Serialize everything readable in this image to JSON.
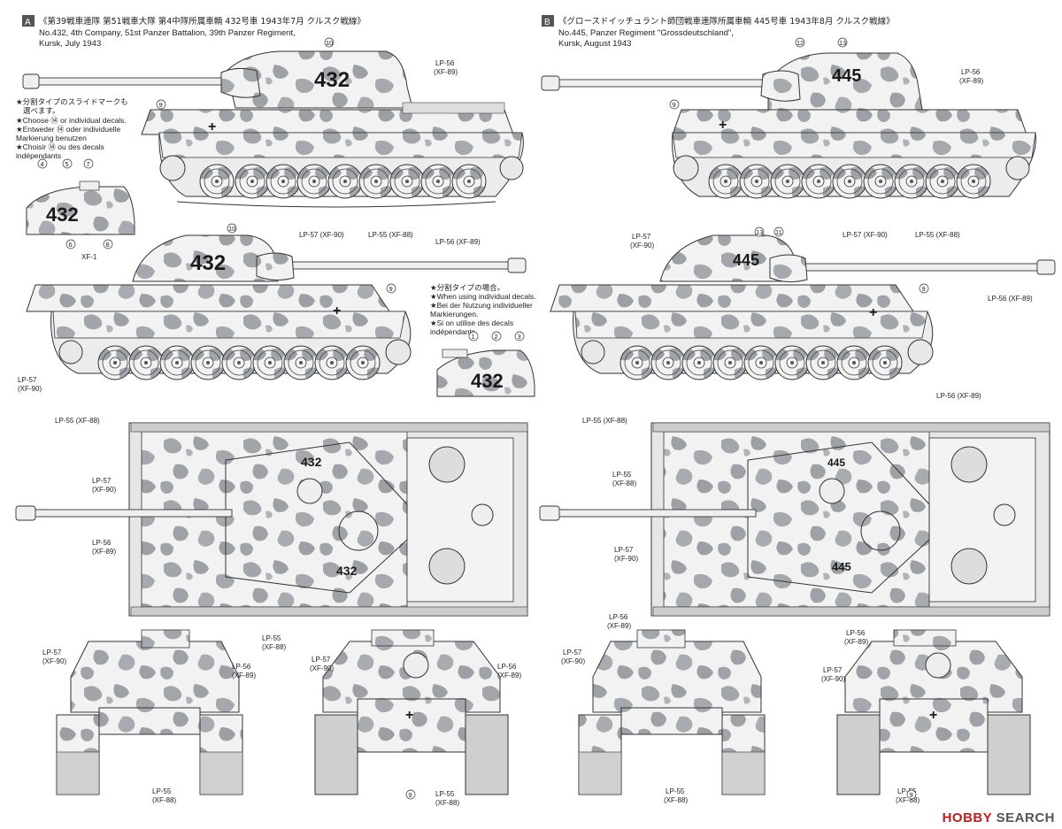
{
  "panel_a": {
    "badge": "A",
    "title_jp": "《第39戦車連隊 第51戦車大隊 第4中隊所属車輌 432号車 1943年7月 クルスク戦線》",
    "title_en1": "No.432, 4th Company, 51st Panzer Battalion, 39th Panzer Regiment,",
    "title_en2": "Kursk, July 1943",
    "note_jp1": "★分割タイプのスライドマークも",
    "note_jp2": "選べます。",
    "note_1": "★Choose ⑭ or individual decals.",
    "note_2": "★Entweder ⑭ oder individuelle",
    "note_3": "Markierung benutzen",
    "note_4": "★Choisir ⑭ ou des decals",
    "note_5": "indépendants",
    "note2_jp": "★分割タイプの場合。",
    "note2_1": "★When using individual decals.",
    "note2_2": "★Bei der Nutzung individueller",
    "note2_3": "Markierungen.",
    "note2_4": "★Si on utilise des decals",
    "note2_5": "indépendants.",
    "tank_number": "432",
    "xf1": "XF-1"
  },
  "panel_b": {
    "badge": "B",
    "title_jp": "《グロースドイッチュラント師団戦車連隊所属車輌 445号車 1943年8月 クルスク戦線》",
    "title_en1": "No.445, Panzer Regiment \"Grossdeutschland\",",
    "title_en2": "Kursk, August 1943",
    "tank_number": "445"
  },
  "paints": {
    "lp55": "LP-55 (XF-88)",
    "lp56": "LP-56 (XF-89)",
    "lp57": "LP-57 (XF-90)",
    "lp55a": "LP-55",
    "lp55b": "(XF-88)",
    "lp56a": "LP-56",
    "lp56b": "(XF-89)",
    "lp57a": "LP-57",
    "lp57b": "(XF-90)"
  },
  "callouts": {
    "n1": "1",
    "n2": "2",
    "n3": "3",
    "n4": "4",
    "n5": "5",
    "n6": "6",
    "n7": "7",
    "n8": "8",
    "n9": "9",
    "n10": "10",
    "n11": "11",
    "n12": "12",
    "n13": "13"
  },
  "watermark": {
    "brand_a": "HOBBY",
    "brand_b": "SEARCH"
  },
  "colors": {
    "camo_base": "#f2f2f2",
    "camo_blot": "#9fa3a8",
    "line": "#333333"
  }
}
